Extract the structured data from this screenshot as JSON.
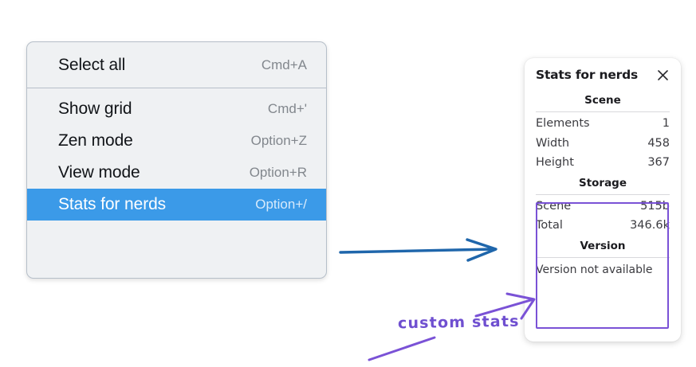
{
  "context_menu": {
    "name": "canvas-context-menu",
    "sections": [
      {
        "items": [
          {
            "label": "Select all",
            "shortcut": "Cmd+A",
            "highlighted": false
          }
        ]
      },
      {
        "items": [
          {
            "label": "Show grid",
            "shortcut": "Cmd+'",
            "highlighted": false
          },
          {
            "label": "Zen mode",
            "shortcut": "Option+Z",
            "highlighted": false
          },
          {
            "label": "View mode",
            "shortcut": "Option+R",
            "highlighted": false
          },
          {
            "label": "Stats for nerds",
            "shortcut": "Option+/",
            "highlighted": true
          }
        ]
      }
    ]
  },
  "stats_panel": {
    "title": "Stats for nerds",
    "close_icon": "close-icon",
    "sections": [
      {
        "heading": "Scene",
        "rows": [
          {
            "key": "Elements",
            "value": "1"
          },
          {
            "key": "Width",
            "value": "458"
          },
          {
            "key": "Height",
            "value": "367"
          }
        ]
      },
      {
        "heading": "Storage",
        "rows": [
          {
            "key": "Scene",
            "value": "515b"
          },
          {
            "key": "Total",
            "value": "346.6k"
          }
        ]
      },
      {
        "heading": "Version",
        "note": "Version not available"
      }
    ]
  },
  "annotations": {
    "callout_text": "custom stats",
    "blue_arrow_color": "#1f66ab",
    "purple_color": "#7a52d6",
    "highlight_color": "#3b9ae8"
  }
}
